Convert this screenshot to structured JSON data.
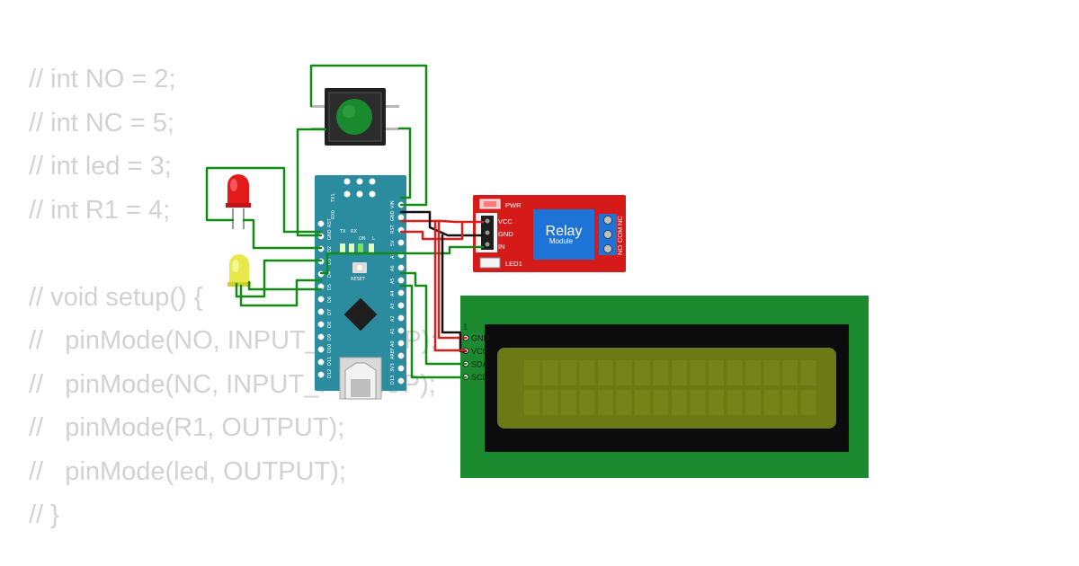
{
  "code_lines": [
    "// int NO = 2;",
    "// int NC = 5;",
    "// int led = 3;",
    "// int R1 = 4;",
    "",
    "// void setup() {",
    "//   pinMode(NO, INPUT_PULLUP);",
    "//   pinMode(NC, INPUT_PULLUP);",
    "//   pinMode(R1, OUTPUT);",
    "//   pinMode(led, OUTPUT);",
    "// }"
  ],
  "arduino": {
    "header_labels": [
      "RX0",
      "TX1"
    ],
    "left_pins": [
      "RST",
      "GND",
      "D2",
      "D3",
      "D4",
      "D5",
      "D6",
      "D7",
      "D8",
      "D9",
      "D10",
      "D11",
      "D12"
    ],
    "right_pins": [
      "VIN",
      "GND",
      "RST",
      "5V",
      "A7",
      "A6",
      "A5",
      "A4",
      "A3",
      "A2",
      "A1",
      "A0",
      "AREF",
      "3V3",
      "D13"
    ],
    "led_labels": [
      "TX",
      "RX",
      "ON",
      "L"
    ],
    "reset_label": "RESET"
  },
  "relay": {
    "title": "Relay",
    "subtitle": "Module",
    "pins": [
      "VCC",
      "GND",
      "IN"
    ],
    "pwr_label": "PWR",
    "led_label": "LED1",
    "terminals": [
      "NO",
      "COM",
      "NC"
    ]
  },
  "lcd": {
    "pin_index": "1",
    "pins": [
      "GND",
      "VCC",
      "SDA",
      "SCL"
    ],
    "pcb_color": "#1c8a2e",
    "screen_color": "#6b7a14"
  },
  "colors": {
    "wire_green": "#138a13",
    "wire_red": "#d81f1f",
    "wire_black": "#111111",
    "arduino_board": "#2b8ca0",
    "relay_board": "#d51a1a",
    "button_cap": "#1a8a2e",
    "led_red": "#e21a1a",
    "led_yellow": "#e8e84a"
  }
}
